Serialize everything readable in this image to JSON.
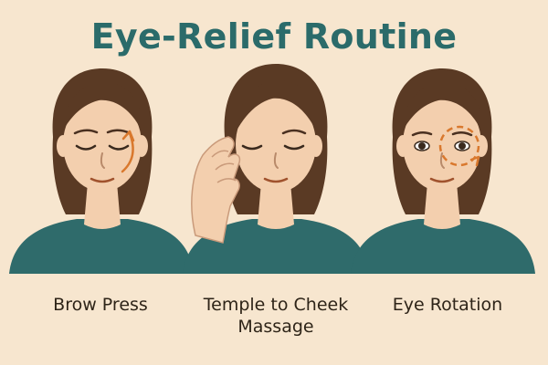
{
  "title": "Eye-Relief Routine",
  "steps": [
    {
      "label": "Brow Press",
      "icon": "brow-press-illustration"
    },
    {
      "label": "Temple to Cheek Massage",
      "icon": "temple-to-cheek-illustration"
    },
    {
      "label": "Eye Rotation",
      "icon": "eye-rotation-illustration"
    }
  ],
  "colors": {
    "background": "#f7e6cf",
    "title": "#2b6b6a",
    "shirt": "#2f6b6b",
    "hair": "#5a3a24",
    "skin": "#f3cfae",
    "arrow": "#d9782d"
  }
}
